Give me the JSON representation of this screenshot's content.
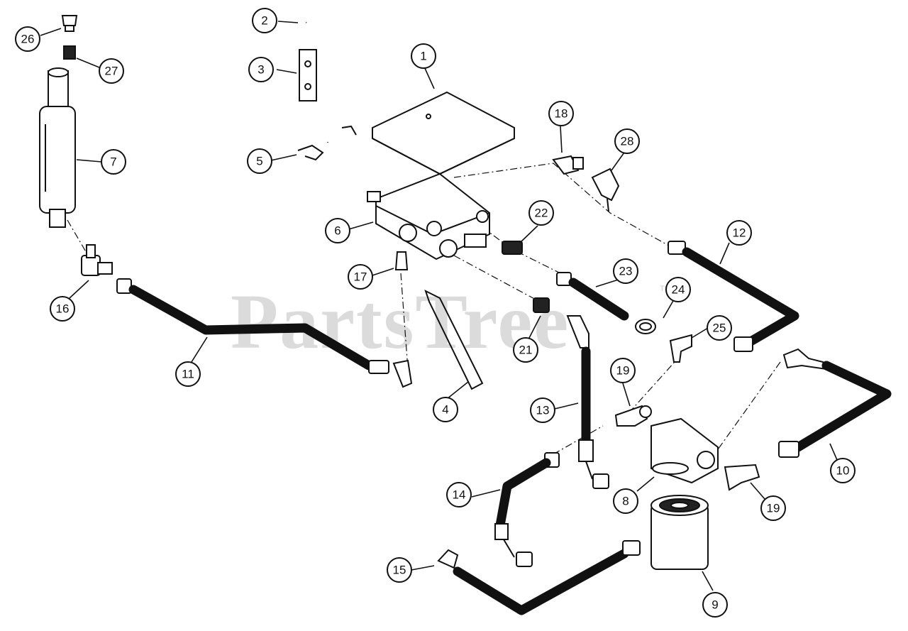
{
  "watermark": {
    "text": "PartsTree",
    "trademark": "TM"
  },
  "callouts": [
    "1",
    "2",
    "3",
    "4",
    "5",
    "6",
    "7",
    "8",
    "9",
    "10",
    "11",
    "12",
    "13",
    "14",
    "15",
    "16",
    "17",
    "18",
    "19",
    "19",
    "21",
    "22",
    "23",
    "24",
    "25",
    "26",
    "27",
    "28"
  ]
}
